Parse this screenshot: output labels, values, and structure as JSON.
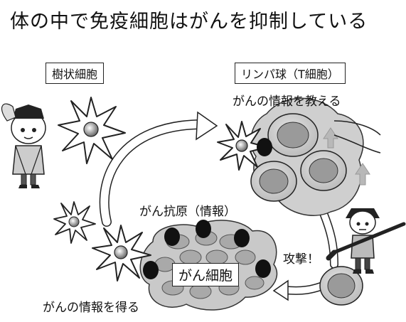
{
  "title": "体の中で免疫細胞はがんを抑制している",
  "labels": {
    "dendritic_cell": "樹状細胞",
    "lymphocyte": "リンパ球（T細胞）",
    "teach_info": "がんの情報を教える",
    "cancer_antigen": "がん抗原（情報）",
    "attack": "攻撃！",
    "cancer_cell": "がん細胞",
    "get_info": "がんの情報を得る"
  },
  "colors": {
    "cell_fill": "#d3d3d3",
    "nucleus_fill": "#9a9a9a",
    "antigen": "#111111",
    "arrow_up": "#b8b8b8"
  },
  "icons": [
    "dendritic-cell-icon",
    "t-cell-cluster-icon",
    "cancer-cell-mass-icon",
    "samurai-character-icon",
    "soldier-character-icon",
    "curved-arrow-icon"
  ]
}
